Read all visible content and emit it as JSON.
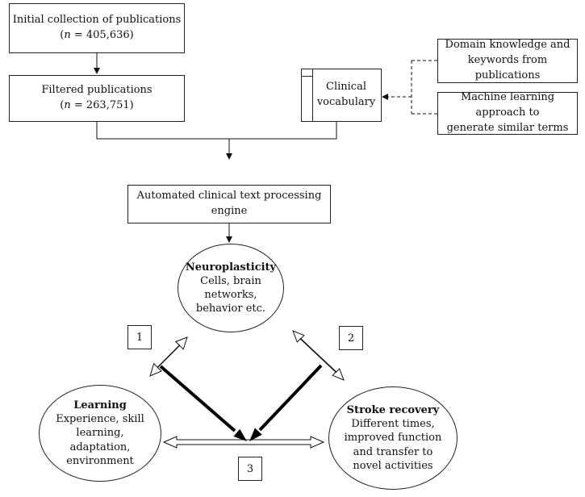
{
  "initial": {
    "title": "Initial collection of publications",
    "n_symbol": "n",
    "n_value": " = 405,636"
  },
  "filtered": {
    "title": "Filtered publications",
    "n_symbol": "n",
    "n_value": " = 263,751"
  },
  "vocabulary": {
    "line1": "Clinical",
    "line2": "vocabulary"
  },
  "domain_knowledge": {
    "line1": "Domain knowledge and",
    "line2": "keywords from publications"
  },
  "ml_approach": {
    "line1": "Machine learning approach to",
    "line2": "generate similar terms"
  },
  "engine": {
    "label": "Automated clinical text processing engine"
  },
  "neuroplasticity": {
    "title": "Neuroplasticity",
    "lines": [
      "Cells, brain",
      "networks,",
      "behavior etc."
    ]
  },
  "learning": {
    "title": "Learning",
    "lines": [
      "Experience, skill",
      "learning,",
      "adaptation,",
      "environment"
    ]
  },
  "stroke_recovery": {
    "title": "Stroke recovery",
    "lines": [
      "Different times,",
      "improved function",
      "and transfer to",
      "novel activities"
    ]
  },
  "labels": {
    "one": "1",
    "two": "2",
    "three": "3"
  }
}
